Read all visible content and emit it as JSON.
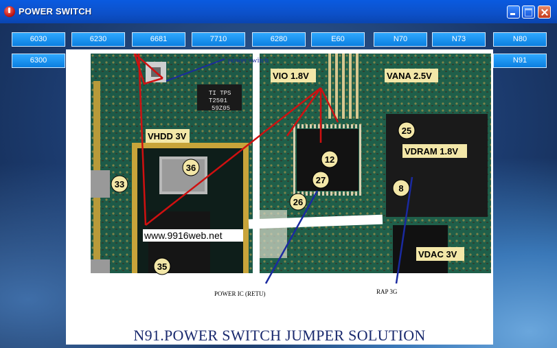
{
  "window": {
    "title": "POWER SWITCH"
  },
  "buttons_row1": [
    "6030",
    "6230",
    "6681",
    "7710",
    "6280",
    "E60",
    "N70",
    "N73",
    "N80"
  ],
  "buttons_row2": [
    "6300",
    "N91"
  ],
  "image": {
    "labels": {
      "power_switch": "power switch",
      "vio": "VIO 1.8V",
      "vana": "VANA 2.5V",
      "vhdd": "VHDD 3V",
      "vdram": "VDRAM 1.8V",
      "vdac": "VDAC 3V",
      "chip_text": [
        "TI TPS",
        "T2501",
        "59Z05"
      ],
      "website": "www.9916web.net",
      "power_ic": "POWER IC (RETU)",
      "rap": "RAP 3G",
      "points": [
        "25",
        "12",
        "27",
        "26",
        "8",
        "36",
        "33",
        "35"
      ]
    },
    "caption": "N91.POWER SWITCH JUMPER SOLUTION"
  },
  "colors": {
    "titlebar": "#0b57d8",
    "button": "#1a90f0",
    "pcb": "#1f5f4a",
    "jumper": "#d01010",
    "caption": "#1a2a6e"
  }
}
